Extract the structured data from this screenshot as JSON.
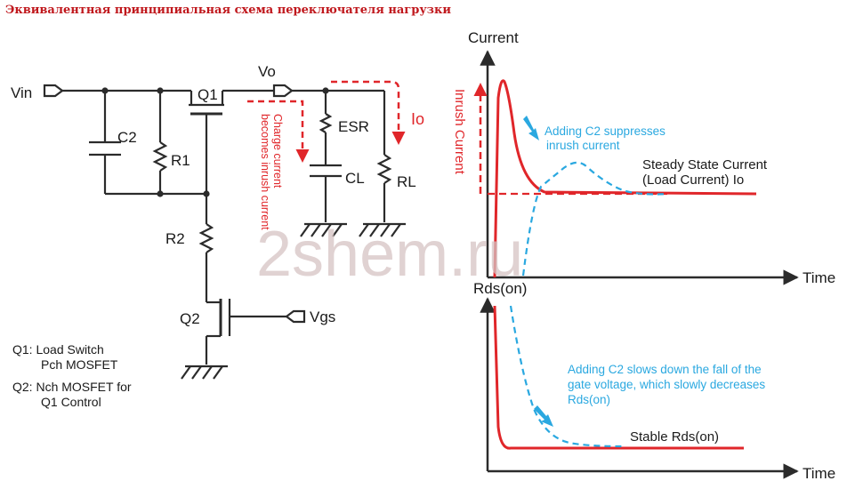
{
  "title": "Эквивалентная принципиальная схема переключателя нагрузки",
  "watermark": "2shem.ru",
  "circuit": {
    "vin": "Vin",
    "vo": "Vo",
    "vgs": "Vgs",
    "q1": "Q1",
    "q2": "Q2",
    "c2": "C2",
    "r1": "R1",
    "r2": "R2",
    "esr": "ESR",
    "cl": "CL",
    "rl": "RL",
    "io": "Io",
    "charge_note_1": "Charge current",
    "charge_note_2": "becomes inrush current"
  },
  "legend": {
    "q1_line1": "Q1: Load Switch",
    "q1_line2": "Pch MOSFET",
    "q2_line1": "Q2: Nch MOSFET for",
    "q2_line2": "Q1 Control"
  },
  "current_graph": {
    "y_axis": "Current",
    "x_axis": "Time",
    "inrush_label": "Inrush Current",
    "c2_note_1": "Adding C2 suppresses",
    "c2_note_2": "inrush current",
    "steady_1": "Steady State Current",
    "steady_2": "(Load Current) Io"
  },
  "rds_graph": {
    "y_axis": "Rds(on)",
    "x_axis": "Time",
    "c2_note_1": "Adding C2 slows down the fall of the",
    "c2_note_2": "gate voltage, which slowly decreases",
    "c2_note_3": "Rds(on)",
    "stable": "Stable Rds(on)"
  },
  "colors": {
    "wire": "#2b2b2b",
    "red": "#e0262a",
    "blue": "#2aa8e0",
    "title": "#c0181d"
  }
}
